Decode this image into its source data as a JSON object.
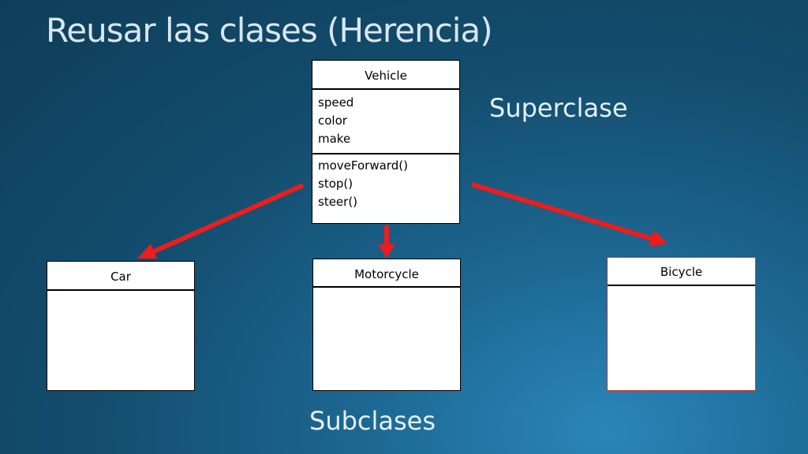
{
  "title": "Reusar las clases (Herencia)",
  "superclass_label": "Superclase",
  "subclass_label": "Subclases",
  "superclass": {
    "name": "Vehicle",
    "attributes": [
      "speed",
      "color",
      "make"
    ],
    "methods": [
      "moveForward()",
      "stop()",
      "steer()"
    ]
  },
  "subclasses": [
    {
      "name": "Car"
    },
    {
      "name": "Motorcycle"
    },
    {
      "name": "Bicycle"
    }
  ],
  "colors": {
    "arrow": "#ee1c1c",
    "bicycle_border": "#e0282a"
  }
}
